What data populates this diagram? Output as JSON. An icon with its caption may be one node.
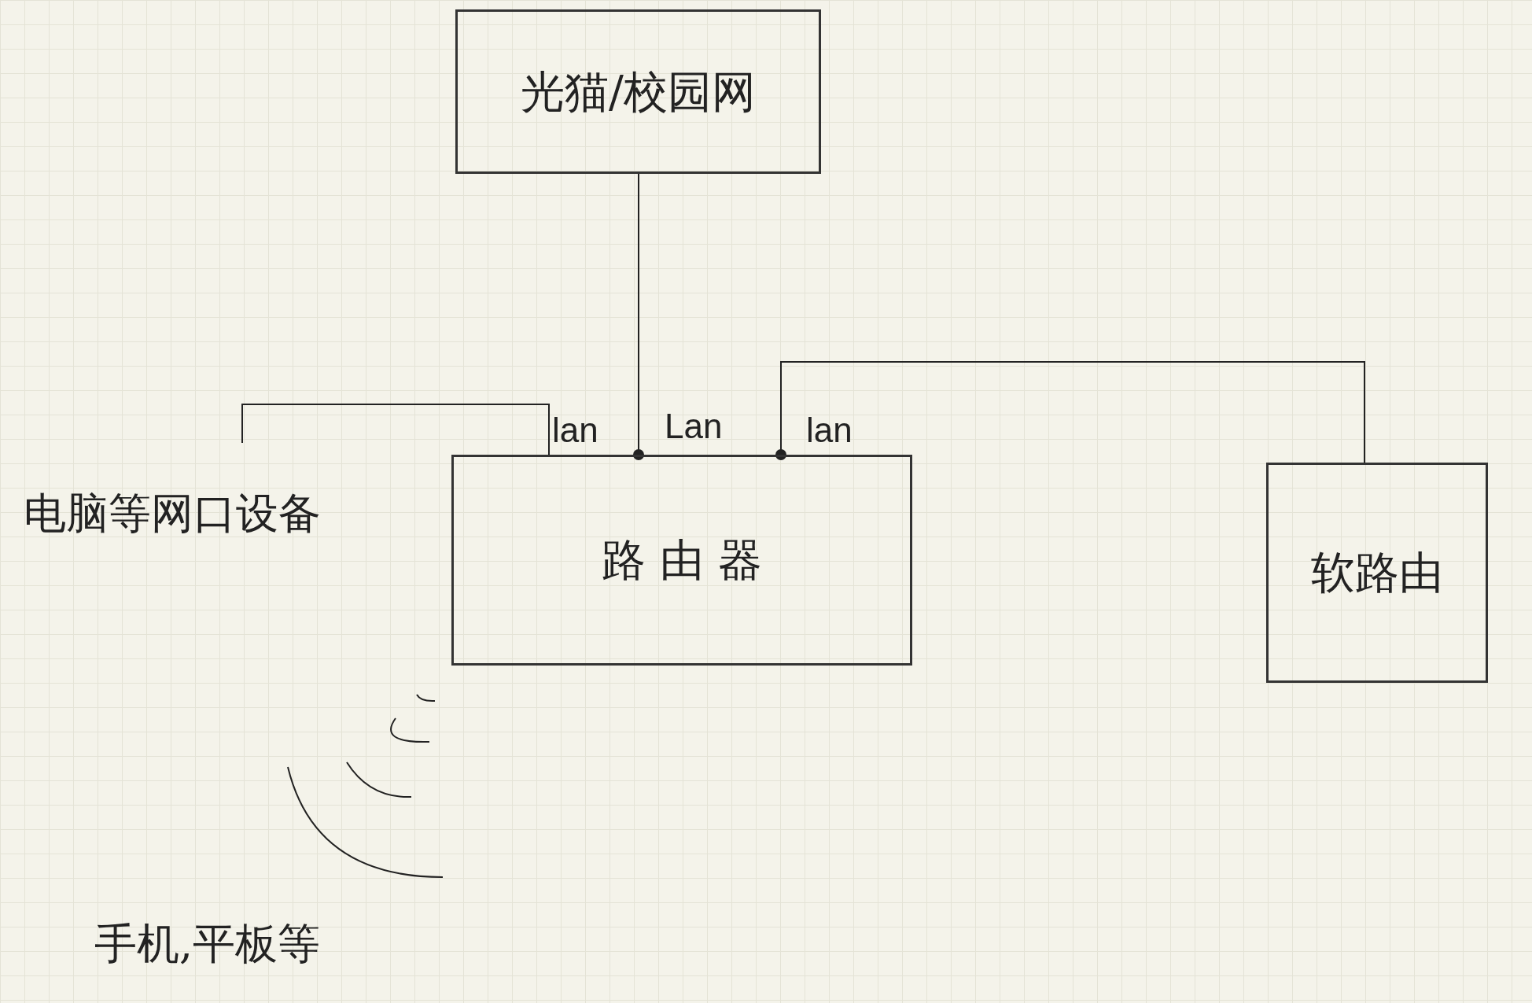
{
  "diagram": {
    "nodes": [
      {
        "text": [
          "光猫/校园网"
        ]
      },
      {
        "text": [
          "路 由 器"
        ]
      },
      {
        "text": [
          "软路由"
        ]
      },
      {
        "text": [
          "电脑等网口设备"
        ]
      },
      {
        "text": [
          "手机,平板等"
        ]
      }
    ],
    "edges": [
      {
        "from": 1,
        "to": 0,
        "arrow": "other"
      },
      {
        "from": 1,
        "to": 3,
        "arrow": "none"
      },
      {
        "from": 1,
        "to": 2,
        "arrow": "other"
      }
    ],
    "labels": [
      "lan",
      "Lan",
      "lan"
    ]
  }
}
